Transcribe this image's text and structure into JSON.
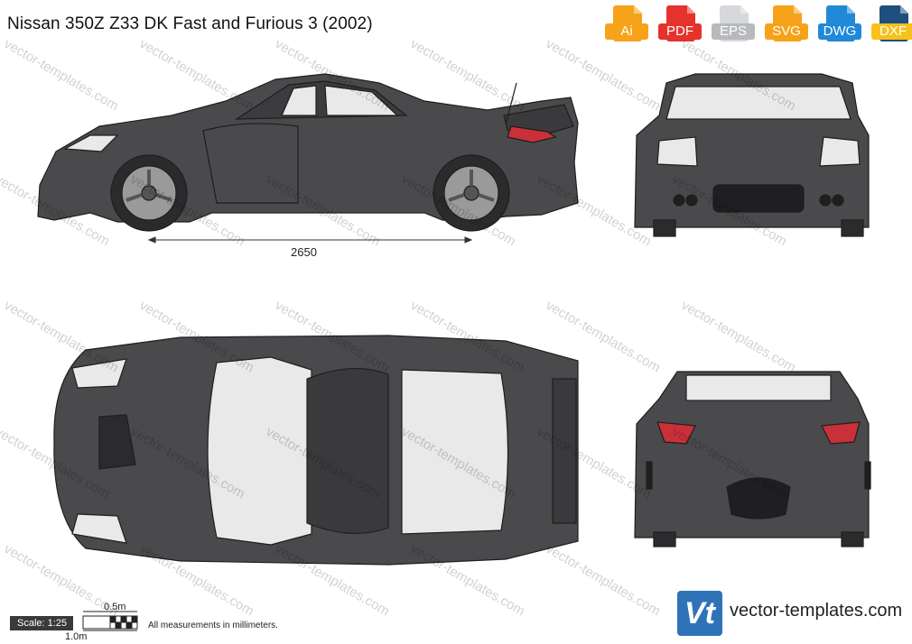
{
  "title": "Nissan 350Z Z33 DK Fast and Furious 3 (2002)",
  "formats": [
    {
      "label": "Ai",
      "icon": "ai-file-icon"
    },
    {
      "label": "PDF",
      "icon": "pdf-file-icon"
    },
    {
      "label": "EPS",
      "icon": "eps-file-icon"
    },
    {
      "label": "SVG",
      "icon": "svg-file-icon"
    },
    {
      "label": "DWG",
      "icon": "dwg-file-icon"
    },
    {
      "label": "DXF",
      "icon": "dxf-file-icon"
    }
  ],
  "dimension": "2650",
  "scale": {
    "label": "Scale: 1:25",
    "half": "0.5m",
    "full": "1.0m",
    "note": "All measurements in millimeters."
  },
  "logo": {
    "mark": "Vt",
    "text": "vector-templates.com"
  },
  "watermark": "vector-templates.com",
  "colors": {
    "body": "#4a4a4d",
    "outline": "#1e1e1e",
    "glass": "#eeeeee",
    "light": "#c9303a",
    "rim": "#9a9a9a"
  }
}
